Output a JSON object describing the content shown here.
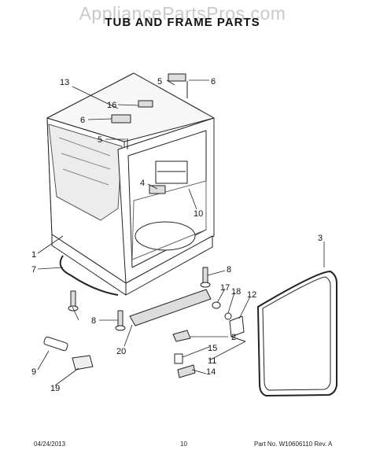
{
  "watermark": "AppliancePartsPros.com",
  "title": "TUB AND FRAME PARTS",
  "callouts": {
    "n1": "1",
    "n2": "2",
    "n3": "3",
    "n4": "4",
    "n5a": "5",
    "n5b": "5",
    "n6a": "6",
    "n6b": "6",
    "n7": "7",
    "n8a": "8",
    "n8b": "8",
    "n9": "9",
    "n10": "10",
    "n11": "11",
    "n12": "12",
    "n13": "13",
    "n14": "14",
    "n15": "15",
    "n16": "16",
    "n17": "17",
    "n18": "18",
    "n19": "19",
    "n20": "20"
  },
  "footer": {
    "date": "04/24/2013",
    "page": "10",
    "part_no": "Part No.  W10606110  Rev. A"
  }
}
